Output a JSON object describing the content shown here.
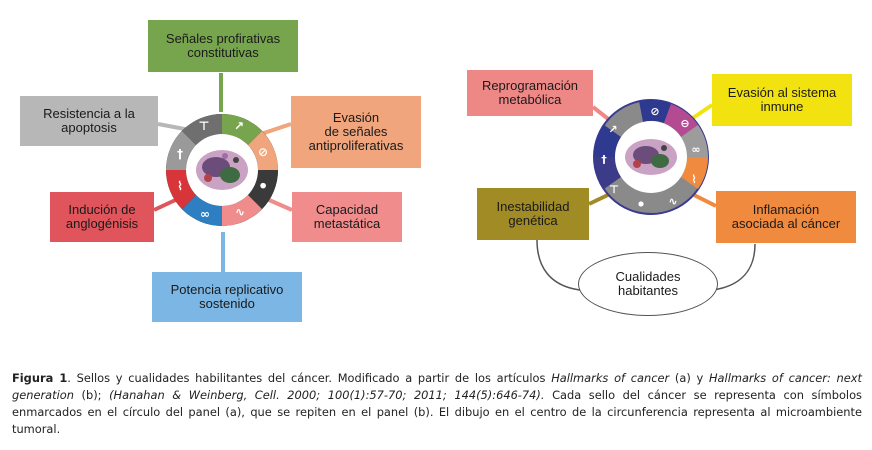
{
  "panel_a": {
    "boxes": {
      "top": {
        "label": "Señales profirativas\nconstitutivas",
        "color": "#77a54e"
      },
      "left_top": {
        "label": "Resistencia a la\napoptosis",
        "color": "#b7b7b7"
      },
      "right_top": {
        "label": "Evasión\nde señales\nantiproliferativas",
        "color": "#f0a57c"
      },
      "left_bottom": {
        "label": "Indución de\nanglogénisis",
        "color": "#e0545b"
      },
      "right_bottom": {
        "label": "Capacidad\nmetastática",
        "color": "#f08c8c"
      },
      "bottom": {
        "label": "Potencia replicativo\nsostenido",
        "color": "#7cb6e4"
      }
    }
  },
  "panel_b": {
    "boxes": {
      "top_left": {
        "label": "Reprogramación\nmetabólica",
        "color": "#ee8886"
      },
      "top_right": {
        "label": "Evasión al sistema\ninmune",
        "color": "#f2e310"
      },
      "left": {
        "label": "Inestabilidad\ngenética",
        "color": "#a08b24"
      },
      "right": {
        "label": "Inflamación\nasociada al cáncer",
        "color": "#ef8a3e"
      }
    },
    "oval_label": "Cualidades\nhabitantes"
  },
  "caption": {
    "figure_label": "Figura 1",
    "part1": ". Sellos y cualidades habilitantes del cáncer. Modificado a partir de los artículos ",
    "italic1": "Hallmarks of cancer",
    "part2": " (a) y ",
    "italic2": "Hallmarks of cancer: next generation",
    "part3": " (b); ",
    "italic3": "(Hanahan & Weinberg, Cell. 2000; 100(1):57-70; 2011; 144(5):646-74).",
    "part4": " Cada sello del cáncer se representa con símbolos enmarcados en el círculo del panel (a), que se repiten en el panel (b). El dibujo en el centro de la circunferencia representa al microambiente tumoral."
  }
}
